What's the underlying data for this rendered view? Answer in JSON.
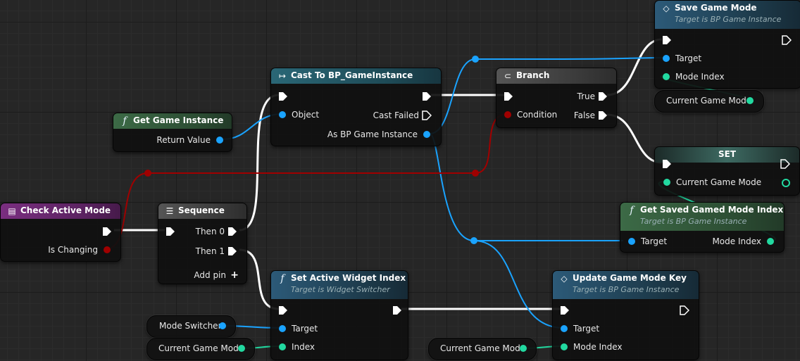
{
  "colors": {
    "exec": "#ffffff",
    "object": "#1aa3ff",
    "bool": "#a00000",
    "int": "#22d9a0",
    "header_function": "#3c6a46",
    "header_cast": "#2a6776",
    "header_flow": "#4a4a4a",
    "header_event": "#7a2e80",
    "header_target_fn": "#2c5a78"
  },
  "nodes": {
    "save_game_mode": {
      "title": "Save Game Mode",
      "subtitle": "Target is BP Game Instance",
      "icon": "diamond-icon",
      "pins": {
        "target": "Target",
        "mode_index": "Mode Index"
      }
    },
    "cast_to_bp": {
      "title": "Cast To BP_GameInstance",
      "icon": "cast-arrow-icon",
      "pins": {
        "object": "Object",
        "cast_failed": "Cast Failed",
        "as_bp": "As BP Game Instance"
      }
    },
    "branch": {
      "title": "Branch",
      "icon": "branch-icon",
      "pins": {
        "condition": "Condition",
        "true": "True",
        "false": "False"
      }
    },
    "get_game_instance": {
      "title": "Get Game Instance",
      "icon": "function-icon",
      "pins": {
        "return_value": "Return Value"
      }
    },
    "set": {
      "title": "SET",
      "pins": {
        "current_game_mode": "Current Game Mode"
      }
    },
    "check_active_mode": {
      "title": "Check Active Mode",
      "icon": "event-icon",
      "pins": {
        "is_changing": "Is Changing"
      }
    },
    "sequence": {
      "title": "Sequence",
      "icon": "sequence-icon",
      "pins": {
        "then0": "Then 0",
        "then1": "Then 1",
        "add_pin": "Add pin"
      }
    },
    "get_saved": {
      "title": "Get Saved Gamed Mode Index",
      "subtitle": "Target is BP Game Instance",
      "icon": "function-icon",
      "pins": {
        "target": "Target",
        "mode_index": "Mode Index"
      }
    },
    "set_active_widget": {
      "title": "Set Active Widget Index",
      "subtitle": "Target is Widget Switcher",
      "icon": "function-icon",
      "pins": {
        "target": "Target",
        "index": "Index"
      }
    },
    "update_game_mode_key": {
      "title": "Update Game Mode Key",
      "subtitle": "Target is BP Game Instance",
      "icon": "diamond-icon",
      "pins": {
        "target": "Target",
        "mode_index": "Mode Index"
      }
    }
  },
  "variables": {
    "cgm_top": "Current Game Mode",
    "mode_switcher": "Mode Switcher",
    "cgm_left": "Current Game Mode",
    "cgm_bottom": "Current Game Mode"
  }
}
